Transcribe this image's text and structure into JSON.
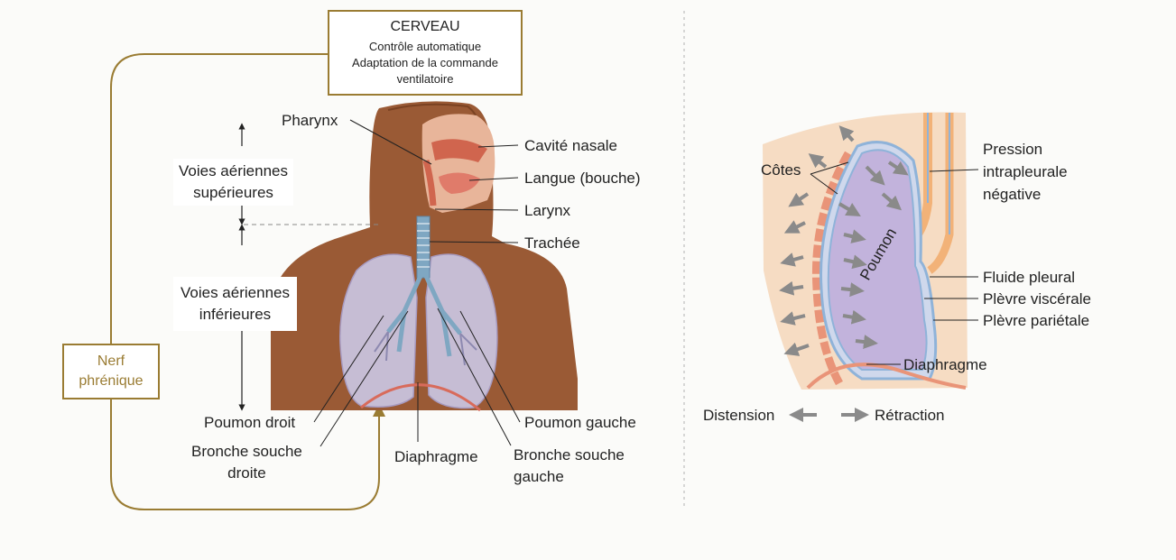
{
  "brain_box": {
    "title": "CERVEAU",
    "lines": [
      "Contrôle automatique",
      "Adaptation de la commande",
      "ventilatoire"
    ]
  },
  "nerve_box": {
    "lines": [
      "Nerf",
      "phrénique"
    ]
  },
  "left_labels": {
    "upper_airways": [
      "Voies aériennes",
      "supérieures"
    ],
    "lower_airways": [
      "Voies aériennes",
      "inférieures"
    ],
    "pharynx": "Pharynx",
    "nasal_cavity": "Cavité nasale",
    "tongue": "Langue (bouche)",
    "larynx": "Larynx",
    "trachea": "Trachée",
    "right_lung": "Poumon droit",
    "right_bronchus": [
      "Bronche souche",
      "droite"
    ],
    "diaphragm": "Diaphragme",
    "left_lung": "Poumon gauche",
    "left_bronchus": [
      "Bronche souche",
      "gauche"
    ]
  },
  "right_labels": {
    "ribs": "Côtes",
    "pressure": [
      "Pression",
      "intrapleurale",
      "négative"
    ],
    "lung": "Poumon",
    "pleural_fluid": "Fluide pleural",
    "visceral_pleura": "Plèvre viscérale",
    "parietal_pleura": "Plèvre pariétale",
    "diaphragm": "Diaphragme",
    "distension": "Distension",
    "retraction": "Rétraction"
  },
  "colors": {
    "accent_gold": "#9a7c33",
    "skin": "#9a5a35",
    "lung": "#c9c3dd",
    "airway": "#7fa7c2",
    "tissue": "#f6dcc3",
    "pleura": "#8fb3d9",
    "ribs": "#e99478"
  }
}
